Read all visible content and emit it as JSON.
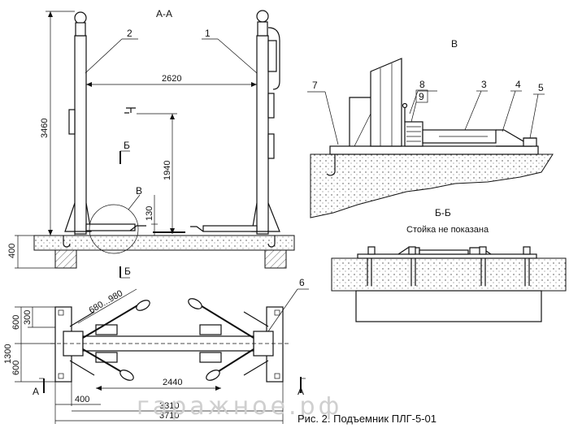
{
  "views": {
    "section_aa": "А-А",
    "view_b": "В",
    "section_bb": "Б-Б"
  },
  "section_bb_note": "Стойка не показана",
  "callouts": [
    "1",
    "2",
    "3",
    "4",
    "5",
    "6",
    "7",
    "8",
    "9"
  ],
  "cut_marks": {
    "b": "Б",
    "a": "А",
    "v": "В"
  },
  "dimensions": {
    "width_between_posts": "2620",
    "total_height": "3460",
    "arm_height": "1940",
    "pad_height": "130",
    "foundation_depth": "400",
    "arm_reach": "680...980",
    "top_600": "600",
    "top_300": "300",
    "total_1300": "1300",
    "bottom_600": "600",
    "arm_span": "2440",
    "offset_400": "400",
    "width_3310": "3310",
    "width_3710": "3710"
  },
  "caption": "Рис. 2. Подъемник ПЛГ-5-01",
  "watermark": "гаражное.рф",
  "colors": {
    "line": "#111111",
    "background": "#ffffff",
    "watermark": "#cfcfcf"
  }
}
